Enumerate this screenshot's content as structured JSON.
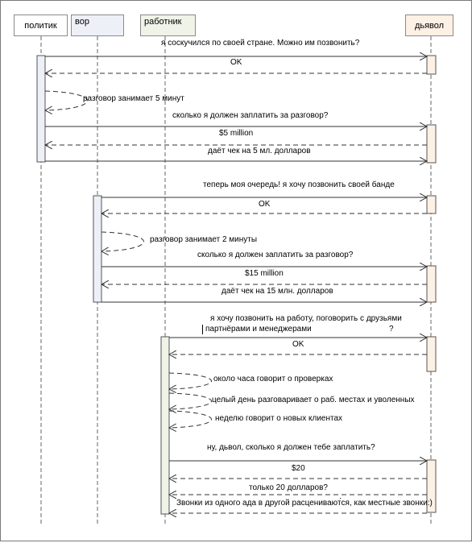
{
  "participants": [
    {
      "id": "politician",
      "label": "политик",
      "fill": "#eef0f8"
    },
    {
      "id": "thief",
      "label": "вор",
      "fill": "#eef0f8"
    },
    {
      "id": "worker",
      "label": "работник",
      "fill": "#eff3e8"
    },
    {
      "id": "devil",
      "label": "дьявол",
      "fill": "#fdf0e4"
    }
  ],
  "messages": [
    {
      "from": "politician",
      "to": "devil",
      "kind": "call",
      "text": "я соскучился по своей стране. Можно им позвонить?"
    },
    {
      "from": "devil",
      "to": "politician",
      "kind": "reply",
      "text": "OK"
    },
    {
      "from": "politician",
      "to": "politician",
      "kind": "self",
      "text": "разговор занимает 5 минут"
    },
    {
      "from": "politician",
      "to": "devil",
      "kind": "call",
      "text": "сколько я должен заплатить за разговор?"
    },
    {
      "from": "devil",
      "to": "politician",
      "kind": "reply",
      "text": "$5 million"
    },
    {
      "from": "politician",
      "to": "devil",
      "kind": "call",
      "text": "даёт чек на 5 мл. долларов"
    },
    {
      "from": "thief",
      "to": "devil",
      "kind": "call",
      "text": "теперь моя очередь! я хочу позвонить своей банде"
    },
    {
      "from": "devil",
      "to": "thief",
      "kind": "reply",
      "text": "OK"
    },
    {
      "from": "thief",
      "to": "thief",
      "kind": "self",
      "text": "разговор занимает 2 минуты"
    },
    {
      "from": "thief",
      "to": "devil",
      "kind": "call",
      "text": "сколько я должен заплатить за разговор?"
    },
    {
      "from": "devil",
      "to": "thief",
      "kind": "reply",
      "text": "$15 million"
    },
    {
      "from": "thief",
      "to": "devil",
      "kind": "call",
      "text": "даёт чек на 15 млн. долларов"
    },
    {
      "from": "worker",
      "to": "devil",
      "kind": "call",
      "text": "я хочу позвонить на работу, поговорить с друзьями",
      "text2": "партнёрами и менеджерами",
      "text3": "?"
    },
    {
      "from": "devil",
      "to": "worker",
      "kind": "reply",
      "text": "OK"
    },
    {
      "from": "worker",
      "to": "worker",
      "kind": "self",
      "text": "около часа говорит о проверках"
    },
    {
      "from": "worker",
      "to": "worker",
      "kind": "self",
      "text": "целый день разговаривает о раб. местах и уволенных"
    },
    {
      "from": "worker",
      "to": "worker",
      "kind": "self",
      "text": "неделю говорит о новых клиентах"
    },
    {
      "from": "worker",
      "to": "devil",
      "kind": "call",
      "text": "ну, дьвол, сколько я должен тебе заплатить?"
    },
    {
      "from": "devil",
      "to": "worker",
      "kind": "reply",
      "text": "$20"
    },
    {
      "from": "devil",
      "to": "worker",
      "kind": "reply",
      "text": "только 20 долларов?"
    },
    {
      "from": "devil",
      "to": "worker",
      "kind": "reply",
      "text": "Звонки из одного ада в другой расценивают́ся, как местные звонки:)"
    }
  ]
}
